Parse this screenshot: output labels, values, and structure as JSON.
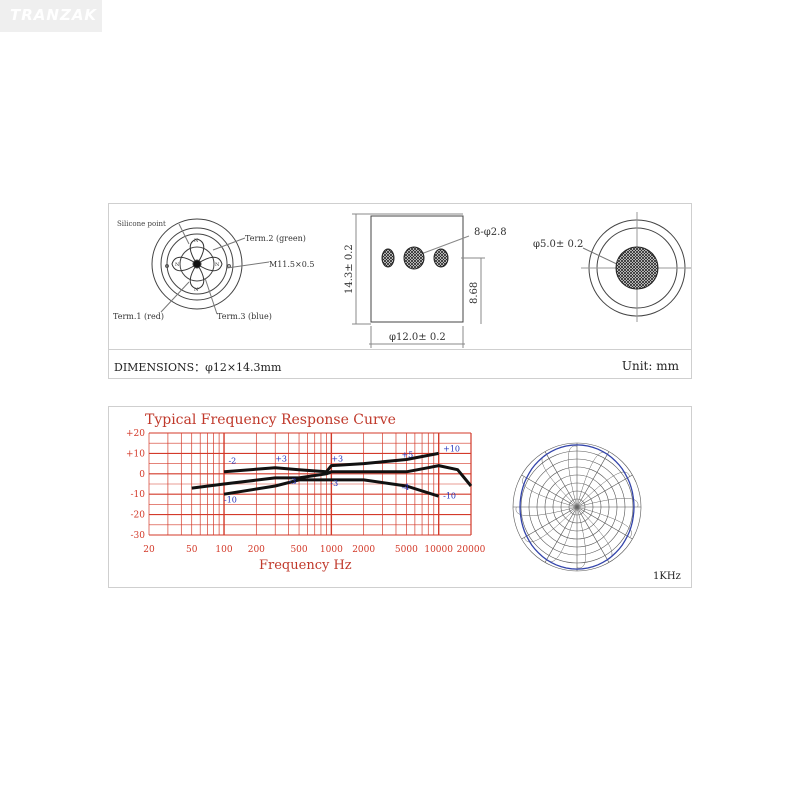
{
  "logo": {
    "text": "TRANZAK"
  },
  "dimensions": {
    "front": {
      "silicone_label": "Silicone point",
      "term2_label": "Term.2 (green)",
      "thread_label": "M11.5×0.5",
      "term1_label": "Term.1 (red)",
      "term3_label": "Term.3 (blue)",
      "pin_letters": [
        "N",
        "N",
        "N",
        "N"
      ]
    },
    "side": {
      "holes_label": "8-φ2.8",
      "height_label": "14.3± 0.2",
      "hole_pos_label": "8.68",
      "diameter_label": "φ12.0± 0.2"
    },
    "top": {
      "diameter_label": "φ5.0± 0.2"
    },
    "footer_left": "DIMENSIONS：φ12×14.3mm",
    "footer_right": "Unit: mm"
  },
  "chart_data": [
    {
      "type": "line",
      "title": "Typical  Frequency  Response  Curve",
      "xlabel": "Frequency    Hz",
      "ylabel": "",
      "x_ticks": [
        20,
        50,
        100,
        200,
        500,
        1000,
        2000,
        5000,
        10000,
        20000
      ],
      "y_ticks": [
        20,
        10,
        0,
        -10,
        -20,
        -30
      ],
      "y_tick_labels": [
        "+20",
        "+10",
        "0",
        "-10",
        "-20",
        "-30"
      ],
      "xlim": [
        20,
        20000
      ],
      "ylim": [
        -30,
        20
      ],
      "x_scale": "log",
      "grid": true,
      "series": [
        {
          "x": [
            100,
            300,
            500,
            900,
            1000,
            2000,
            5000,
            10000
          ],
          "y": [
            1,
            3,
            2,
            1,
            4,
            5,
            7,
            10
          ]
        },
        {
          "x": [
            50,
            100,
            300,
            500,
            900,
            1000,
            2000,
            5000,
            8000,
            10000,
            15000,
            20000
          ],
          "y": [
            -7,
            -5,
            -2,
            -2,
            0,
            1,
            1,
            1,
            3,
            4,
            2,
            -6
          ]
        },
        {
          "x": [
            100,
            300,
            500,
            900,
            1000,
            2000,
            5000,
            10000
          ],
          "y": [
            -10,
            -6,
            -3,
            -3,
            -3,
            -3,
            -6,
            -11
          ]
        }
      ],
      "annotations": [
        {
          "text": "-2",
          "x": 110,
          "y": 5
        },
        {
          "text": "-10",
          "x": 100,
          "y": -14
        },
        {
          "text": "+3",
          "x": 300,
          "y": 6
        },
        {
          "text": "-3",
          "x": 400,
          "y": -5
        },
        {
          "text": "+3",
          "x": 1000,
          "y": 6
        },
        {
          "text": "-3",
          "x": 980,
          "y": -6
        },
        {
          "text": "+5",
          "x": 4500,
          "y": 8
        },
        {
          "text": "-4",
          "x": 4500,
          "y": -8
        },
        {
          "text": "+10",
          "x": 11000,
          "y": 11
        },
        {
          "text": "-10",
          "x": 11000,
          "y": -12
        }
      ]
    },
    {
      "type": "polar",
      "label": "1KHz",
      "pattern": "omnidirectional",
      "color": "#3344aa"
    }
  ],
  "colors": {
    "grid": "#d33a2a",
    "title": "#c0392b",
    "annotation": "#2233bb",
    "ink": "#111111"
  }
}
